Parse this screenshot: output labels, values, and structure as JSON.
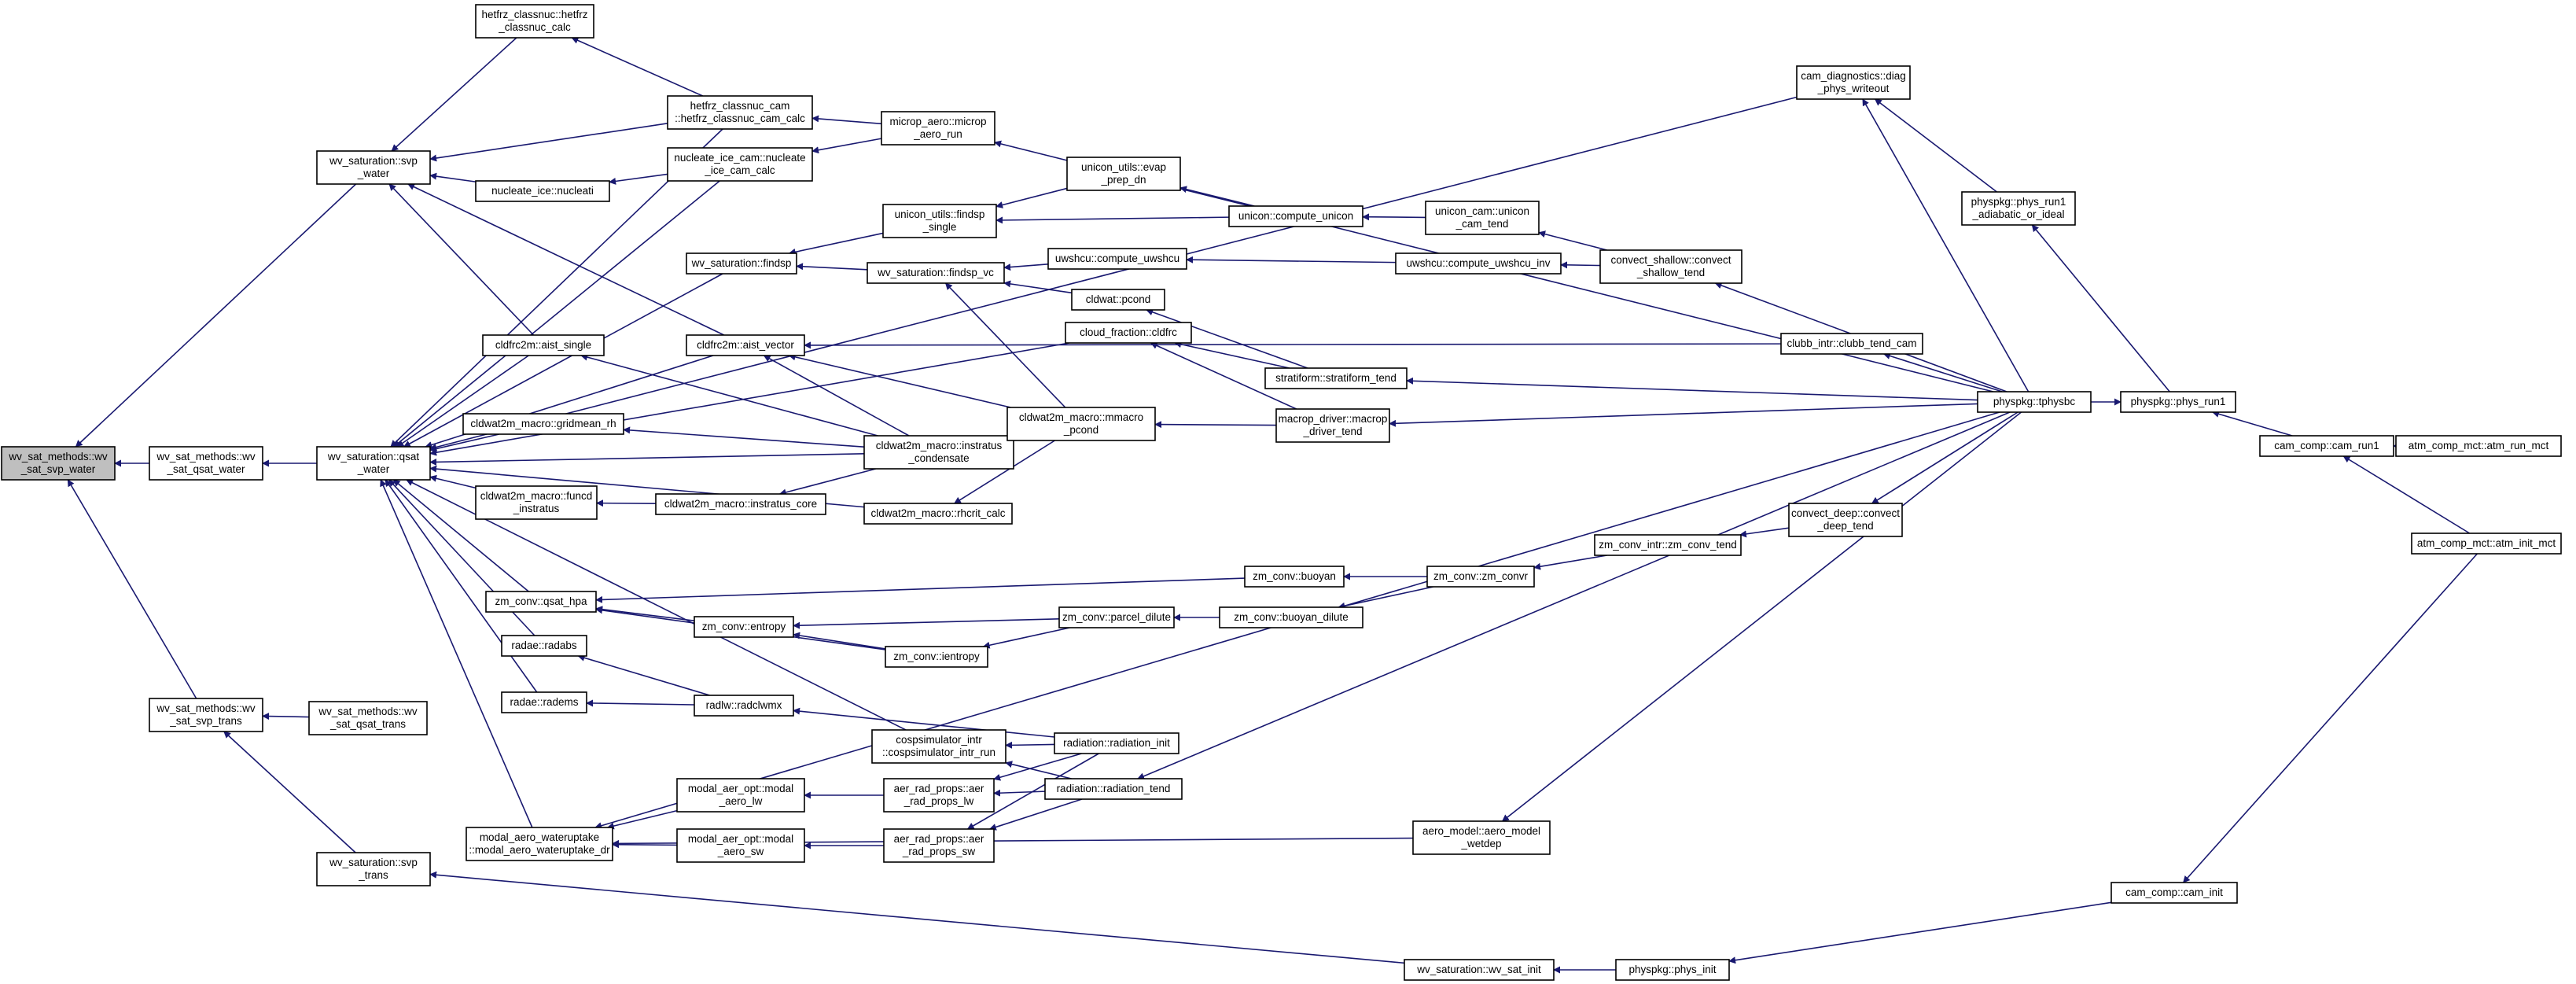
{
  "colors": {
    "edge": "#191970",
    "node_border": "#000000",
    "root_fill": "#bfbfbf",
    "node_fill": "#ffffff"
  },
  "nodes": [
    {
      "id": "n0",
      "lines": [
        "wv_sat_methods::wv",
        "_sat_svp_water"
      ],
      "root": true
    },
    {
      "id": "n1",
      "lines": [
        "wv_sat_methods::wv",
        "_sat_qsat_water"
      ]
    },
    {
      "id": "n2",
      "lines": [
        "wv_sat_methods::wv",
        "_sat_svp_trans"
      ]
    },
    {
      "id": "n3",
      "lines": [
        "wv_saturation::svp",
        "_water"
      ]
    },
    {
      "id": "n4",
      "lines": [
        "wv_saturation::qsat",
        "_water"
      ]
    },
    {
      "id": "n5",
      "lines": [
        "wv_sat_methods::wv",
        "_sat_qsat_trans"
      ]
    },
    {
      "id": "n6",
      "lines": [
        "wv_saturation::svp",
        "_trans"
      ]
    },
    {
      "id": "n7",
      "lines": [
        "hetfrz_classnuc::hetfrz",
        "_classnuc_calc"
      ]
    },
    {
      "id": "n8",
      "lines": [
        "nucleate_ice::nucleati"
      ]
    },
    {
      "id": "n9",
      "lines": [
        "hetfrz_classnuc_cam",
        "::hetfrz_classnuc_cam_calc"
      ]
    },
    {
      "id": "n10",
      "lines": [
        "nucleate_ice_cam::nucleate",
        "_ice_cam_calc"
      ]
    },
    {
      "id": "n11",
      "lines": [
        "microp_aero::microp",
        "_aero_run"
      ]
    },
    {
      "id": "n12",
      "lines": [
        "cam_diagnostics::diag",
        "_phys_writeout"
      ]
    },
    {
      "id": "n13",
      "lines": [
        "physpkg::phys_run1",
        "_adiabatic_or_ideal"
      ]
    },
    {
      "id": "n14",
      "lines": [
        "wv_saturation::findsp"
      ]
    },
    {
      "id": "n15",
      "lines": [
        "unicon_utils::findsp",
        "_single"
      ]
    },
    {
      "id": "n16",
      "lines": [
        "unicon_utils::evap",
        "_prep_dn"
      ]
    },
    {
      "id": "n17",
      "lines": [
        "unicon::compute_unicon"
      ]
    },
    {
      "id": "n18",
      "lines": [
        "unicon_cam::unicon",
        "_cam_tend"
      ]
    },
    {
      "id": "n19",
      "lines": [
        "convect_shallow::convect",
        "_shallow_tend"
      ]
    },
    {
      "id": "n20",
      "lines": [
        "wv_saturation::findsp_vc"
      ]
    },
    {
      "id": "n21",
      "lines": [
        "uwshcu::compute_uwshcu"
      ]
    },
    {
      "id": "n22",
      "lines": [
        "uwshcu::compute_uwshcu_inv"
      ]
    },
    {
      "id": "n23",
      "lines": [
        "cldwat::pcond"
      ]
    },
    {
      "id": "n24",
      "lines": [
        "cldfrc2m::aist_single"
      ]
    },
    {
      "id": "n25",
      "lines": [
        "cldfrc2m::aist_vector"
      ]
    },
    {
      "id": "n26",
      "lines": [
        "cloud_fraction::cldfrc"
      ]
    },
    {
      "id": "n27",
      "lines": [
        "stratiform::stratiform_tend"
      ]
    },
    {
      "id": "n28",
      "lines": [
        "clubb_intr::clubb_tend_cam"
      ]
    },
    {
      "id": "n29",
      "lines": [
        "physpkg::tphysbc"
      ]
    },
    {
      "id": "n30",
      "lines": [
        "physpkg::phys_run1"
      ]
    },
    {
      "id": "n31",
      "lines": [
        "cldwat2m_macro::gridmean_rh"
      ]
    },
    {
      "id": "n32",
      "lines": [
        "cldwat2m_macro::instratus",
        "_condensate"
      ]
    },
    {
      "id": "n33",
      "lines": [
        "cldwat2m_macro::mmacro",
        "_pcond"
      ]
    },
    {
      "id": "n34",
      "lines": [
        "macrop_driver::macrop",
        "_driver_tend"
      ]
    },
    {
      "id": "n35",
      "lines": [
        "cam_comp::cam_run1"
      ]
    },
    {
      "id": "n36",
      "lines": [
        "atm_comp_mct::atm_run_mct"
      ]
    },
    {
      "id": "n37",
      "lines": [
        "atm_comp_mct::atm_init_mct"
      ]
    },
    {
      "id": "n38",
      "lines": [
        "cldwat2m_macro::funcd",
        "_instratus"
      ]
    },
    {
      "id": "n39",
      "lines": [
        "cldwat2m_macro::instratus_core"
      ]
    },
    {
      "id": "n40",
      "lines": [
        "cldwat2m_macro::rhcrit_calc"
      ]
    },
    {
      "id": "n41",
      "lines": [
        "zm_conv::qsat_hpa"
      ]
    },
    {
      "id": "n42",
      "lines": [
        "zm_conv::entropy"
      ]
    },
    {
      "id": "n43",
      "lines": [
        "zm_conv::ientropy"
      ]
    },
    {
      "id": "n44",
      "lines": [
        "zm_conv::buoyan"
      ]
    },
    {
      "id": "n45",
      "lines": [
        "zm_conv::zm_convr"
      ]
    },
    {
      "id": "n46",
      "lines": [
        "zm_conv_intr::zm_conv_tend"
      ]
    },
    {
      "id": "n47",
      "lines": [
        "convect_deep::convect",
        "_deep_tend"
      ]
    },
    {
      "id": "n48",
      "lines": [
        "zm_conv::parcel_dilute"
      ]
    },
    {
      "id": "n49",
      "lines": [
        "zm_conv::buoyan_dilute"
      ]
    },
    {
      "id": "n50",
      "lines": [
        "radae::radabs"
      ]
    },
    {
      "id": "n51",
      "lines": [
        "radae::radems"
      ]
    },
    {
      "id": "n52",
      "lines": [
        "radlw::radclwmx"
      ]
    },
    {
      "id": "n53",
      "lines": [
        "cospsimulator_intr",
        "::cospsimulator_intr_run"
      ]
    },
    {
      "id": "n54",
      "lines": [
        "radiation::radiation_init"
      ]
    },
    {
      "id": "n55",
      "lines": [
        "radiation::radiation_tend"
      ]
    },
    {
      "id": "n56",
      "lines": [
        "modal_aero_wateruptake",
        "::modal_aero_wateruptake_dr"
      ]
    },
    {
      "id": "n57",
      "lines": [
        "modal_aer_opt::modal",
        "_aero_lw"
      ]
    },
    {
      "id": "n58",
      "lines": [
        "modal_aer_opt::modal",
        "_aero_sw"
      ]
    },
    {
      "id": "n59",
      "lines": [
        "aer_rad_props::aer",
        "_rad_props_lw"
      ]
    },
    {
      "id": "n60",
      "lines": [
        "aer_rad_props::aer",
        "_rad_props_sw"
      ]
    },
    {
      "id": "n61",
      "lines": [
        "aero_model::aero_model",
        "_wetdep"
      ]
    },
    {
      "id": "n62",
      "lines": [
        "cam_comp::cam_init"
      ]
    },
    {
      "id": "n63",
      "lines": [
        "wv_saturation::wv_sat_init"
      ]
    },
    {
      "id": "n64",
      "lines": [
        "physpkg::phys_init"
      ]
    }
  ],
  "edges": [
    [
      "n1",
      "n0"
    ],
    [
      "n3",
      "n0"
    ],
    [
      "n2",
      "n0"
    ],
    [
      "n4",
      "n1"
    ],
    [
      "n5",
      "n2"
    ],
    [
      "n6",
      "n2"
    ],
    [
      "n7",
      "n3"
    ],
    [
      "n8",
      "n3"
    ],
    [
      "n9",
      "n3"
    ],
    [
      "n24",
      "n3"
    ],
    [
      "n25",
      "n3"
    ],
    [
      "n10",
      "n8"
    ],
    [
      "n9",
      "n7"
    ],
    [
      "n11",
      "n9"
    ],
    [
      "n11",
      "n10"
    ],
    [
      "n29",
      "n11"
    ],
    [
      "n12",
      "n4"
    ],
    [
      "n13",
      "n12"
    ],
    [
      "n29",
      "n12"
    ],
    [
      "n30",
      "n13"
    ],
    [
      "n35",
      "n30"
    ],
    [
      "n29",
      "n30"
    ],
    [
      "n36",
      "n35"
    ],
    [
      "n37",
      "n35"
    ],
    [
      "n9",
      "n4"
    ],
    [
      "n10",
      "n4"
    ],
    [
      "n14",
      "n4"
    ],
    [
      "n24",
      "n4"
    ],
    [
      "n25",
      "n4"
    ],
    [
      "n26",
      "n4"
    ],
    [
      "n31",
      "n4"
    ],
    [
      "n32",
      "n4"
    ],
    [
      "n38",
      "n4"
    ],
    [
      "n40",
      "n4"
    ],
    [
      "n41",
      "n4"
    ],
    [
      "n50",
      "n4"
    ],
    [
      "n51",
      "n4"
    ],
    [
      "n53",
      "n4"
    ],
    [
      "n56",
      "n4"
    ],
    [
      "n15",
      "n14"
    ],
    [
      "n20",
      "n14"
    ],
    [
      "n16",
      "n15"
    ],
    [
      "n17",
      "n15"
    ],
    [
      "n17",
      "n16"
    ],
    [
      "n18",
      "n17"
    ],
    [
      "n19",
      "n18"
    ],
    [
      "n19",
      "n22"
    ],
    [
      "n29",
      "n19"
    ],
    [
      "n21",
      "n20"
    ],
    [
      "n23",
      "n20"
    ],
    [
      "n33",
      "n20"
    ],
    [
      "n22",
      "n21"
    ],
    [
      "n27",
      "n23"
    ],
    [
      "n29",
      "n27"
    ],
    [
      "n28",
      "n25"
    ],
    [
      "n29",
      "n28"
    ],
    [
      "n32",
      "n24"
    ],
    [
      "n32",
      "n25"
    ],
    [
      "n33",
      "n25"
    ],
    [
      "n27",
      "n26"
    ],
    [
      "n34",
      "n26"
    ],
    [
      "n29",
      "n34"
    ],
    [
      "n34",
      "n33"
    ],
    [
      "n33",
      "n32"
    ],
    [
      "n32",
      "n31"
    ],
    [
      "n39",
      "n38"
    ],
    [
      "n32",
      "n39"
    ],
    [
      "n33",
      "n40"
    ],
    [
      "n42",
      "n41"
    ],
    [
      "n43",
      "n41"
    ],
    [
      "n44",
      "n41"
    ],
    [
      "n43",
      "n42"
    ],
    [
      "n48",
      "n42"
    ],
    [
      "n48",
      "n43"
    ],
    [
      "n45",
      "n44"
    ],
    [
      "n46",
      "n45"
    ],
    [
      "n47",
      "n46"
    ],
    [
      "n29",
      "n47"
    ],
    [
      "n49",
      "n48"
    ],
    [
      "n45",
      "n49"
    ],
    [
      "n52",
      "n50"
    ],
    [
      "n52",
      "n51"
    ],
    [
      "n54",
      "n52"
    ],
    [
      "n54",
      "n53"
    ],
    [
      "n55",
      "n53"
    ],
    [
      "n29",
      "n55"
    ],
    [
      "n57",
      "n56"
    ],
    [
      "n58",
      "n56"
    ],
    [
      "n61",
      "n56"
    ],
    [
      "n29",
      "n56"
    ],
    [
      "n59",
      "n57"
    ],
    [
      "n60",
      "n58"
    ],
    [
      "n54",
      "n59"
    ],
    [
      "n55",
      "n59"
    ],
    [
      "n54",
      "n60"
    ],
    [
      "n55",
      "n60"
    ],
    [
      "n29",
      "n61"
    ],
    [
      "n63",
      "n6"
    ],
    [
      "n64",
      "n63"
    ],
    [
      "n62",
      "n64"
    ],
    [
      "n37",
      "n62"
    ]
  ]
}
